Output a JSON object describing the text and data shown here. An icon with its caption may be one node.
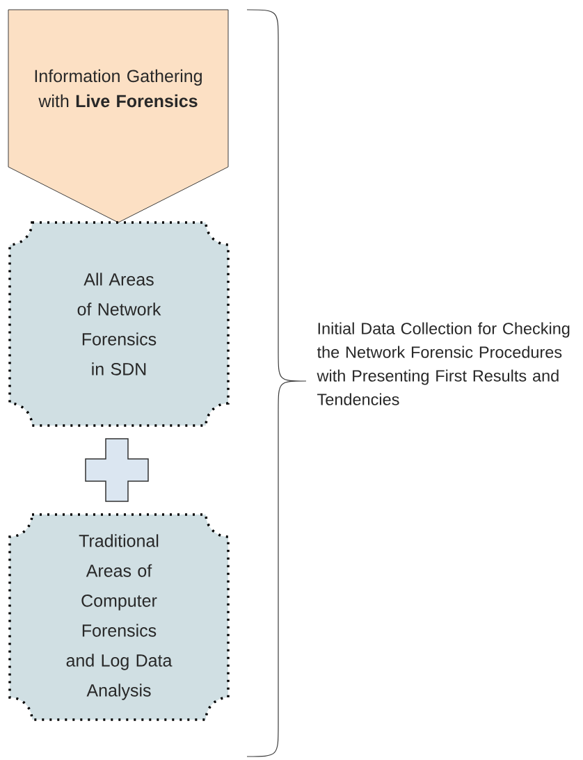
{
  "diagram": {
    "nodes": [
      {
        "text": [
          "Information Gathering with **Live Forensics**"
        ]
      },
      {
        "text": [
          "All Areas of Network Forensics in SDN"
        ]
      },
      {
        "text": [],
        "shape": "cross"
      },
      {
        "text": [
          "Traditional Areas of Computer Forensics and Log Data Analysis"
        ]
      }
    ],
    "labels": [
      "Initial Data Collection for Checking the Network Forensic Procedures with Presenting First Results and Tendencies"
    ]
  }
}
